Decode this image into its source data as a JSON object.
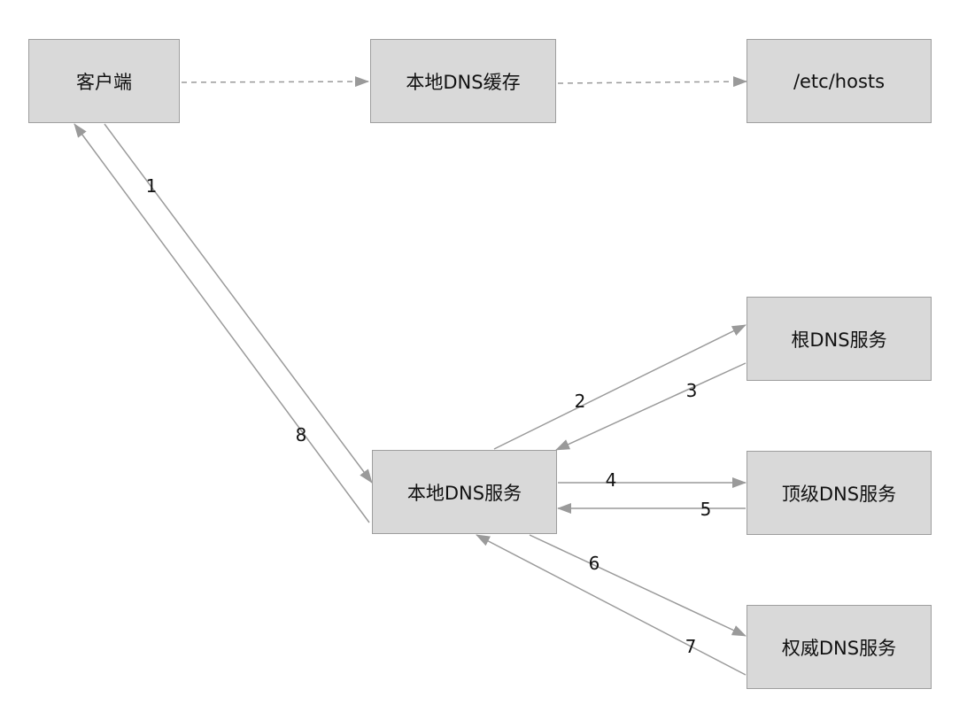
{
  "nodes": {
    "client": "客户端",
    "local_cache": "本地DNS缓存",
    "hosts_file": "/etc/hosts",
    "local_dns": "本地DNS服务",
    "root_dns": "根DNS服务",
    "tld_dns": "顶级DNS服务",
    "auth_dns": "权威DNS服务"
  },
  "steps": {
    "s1": "1",
    "s2": "2",
    "s3": "3",
    "s4": "4",
    "s5": "5",
    "s6": "6",
    "s7": "7",
    "s8": "8"
  },
  "colors": {
    "box_fill": "#d9d9d9",
    "box_border": "#9e9e9e",
    "line": "#9a9a9a"
  }
}
